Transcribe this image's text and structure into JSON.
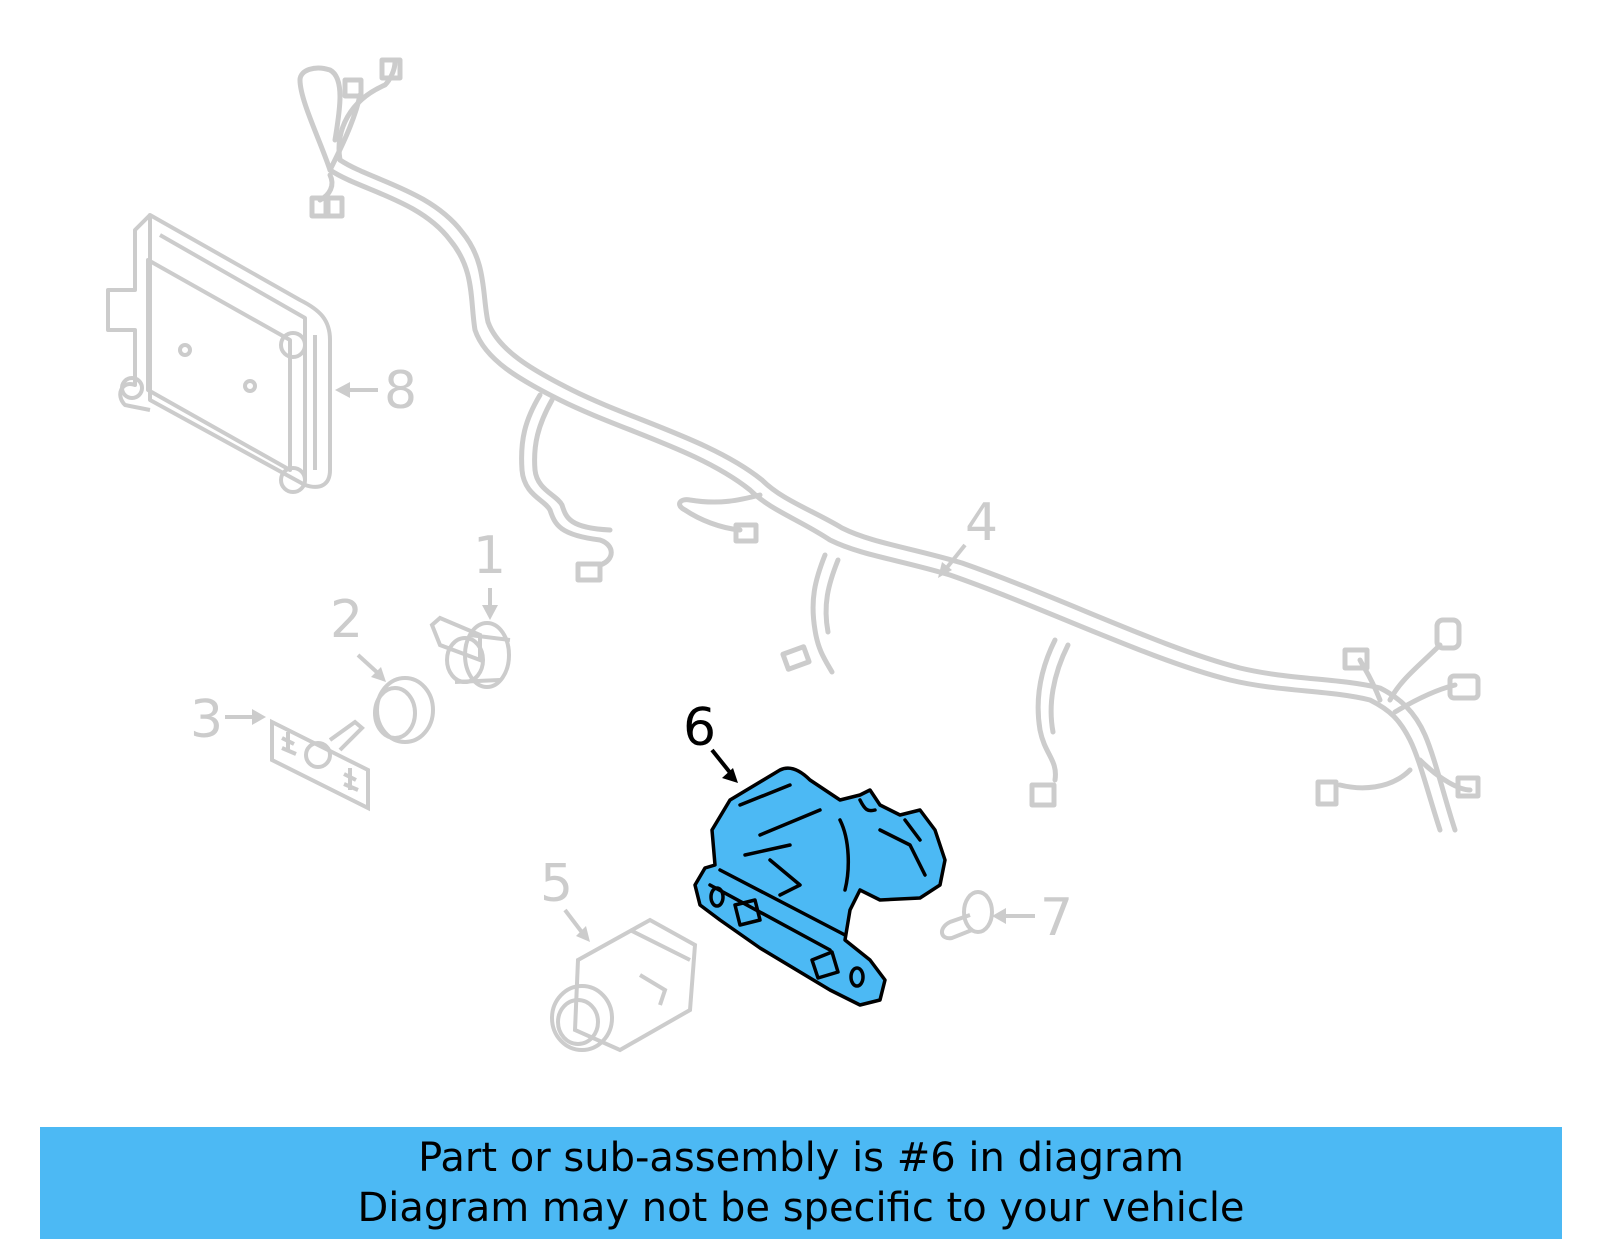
{
  "diagram": {
    "highlighted_part": "6",
    "colors": {
      "highlight_fill": "#4cb9f4",
      "highlight_stroke": "#000000",
      "ghost_stroke": "#cccccc",
      "banner_bg": "#4cb9f4"
    },
    "callouts": [
      {
        "id": "1",
        "label": "1",
        "part": "parking-sensor"
      },
      {
        "id": "2",
        "label": "2",
        "part": "sensor-cap"
      },
      {
        "id": "3",
        "label": "3",
        "part": "sensor-bracket"
      },
      {
        "id": "4",
        "label": "4",
        "part": "wiring-harness"
      },
      {
        "id": "5",
        "label": "5",
        "part": "camera"
      },
      {
        "id": "6",
        "label": "6",
        "part": "mounting-bracket"
      },
      {
        "id": "7",
        "label": "7",
        "part": "clip"
      },
      {
        "id": "8",
        "label": "8",
        "part": "control-module"
      }
    ]
  },
  "banner": {
    "line1": "Part or sub-assembly is #6 in diagram",
    "line2": "Diagram may not be specific to your vehicle"
  }
}
